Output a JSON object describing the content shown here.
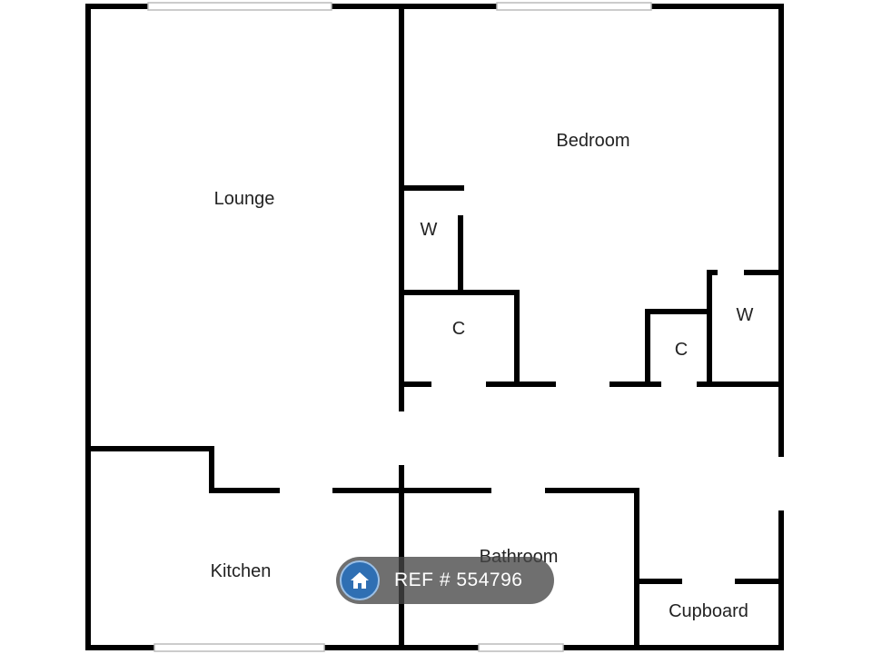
{
  "rooms": {
    "lounge": "Lounge",
    "bedroom": "Bedroom",
    "wardrobe_1": "W",
    "wardrobe_2": "W",
    "cupboard_1": "C",
    "cupboard_2": "C",
    "kitchen": "Kitchen",
    "bathroom": "Bathroom",
    "cupboard": "Cupboard"
  },
  "badge": {
    "icon": "home-icon",
    "text": "REF # 554796",
    "icon_color": "#2f6fb3"
  },
  "colors": {
    "wall": "#000000",
    "window": "#bbbbbb",
    "background": "#ffffff"
  }
}
